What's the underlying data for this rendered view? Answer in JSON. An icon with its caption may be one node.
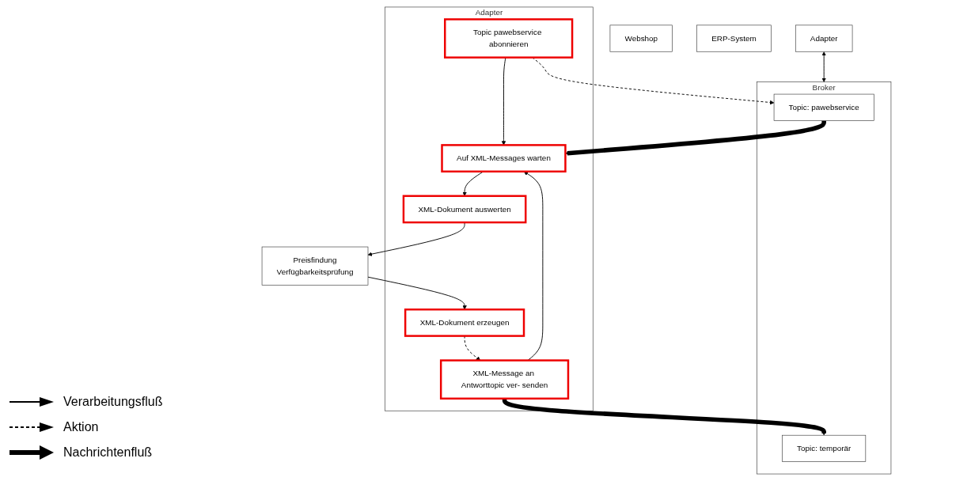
{
  "diagram": {
    "nodes": [
      {
        "text": [
          "Webshop"
        ]
      },
      {
        "text": [
          "Adapter"
        ]
      },
      {
        "text": [
          "Broker"
        ]
      },
      {
        "text": [
          "Topic: pawebservice"
        ],
        "in": 2
      },
      {
        "text": [
          "Topic: temporär"
        ],
        "in": 2
      },
      {
        "text": [
          "Adapter"
        ]
      },
      {
        "text": [
          "Topic pawebservice abonnieren"
        ],
        "in": 5
      },
      {
        "text": [
          "Auf XML-Messages warten"
        ],
        "in": 5
      },
      {
        "text": [
          "XML-Dokument auswerten"
        ],
        "in": 5
      },
      {
        "text": [
          "Preisfindung",
          "Verfügbarkeitsprüfung"
        ]
      },
      {
        "text": [
          "XML-Dokument erzeugen"
        ],
        "in": 5
      },
      {
        "text": [
          "XML-Message an Antworttopic ver- senden"
        ],
        "in": 5
      },
      {
        "text": [
          "ERP-System"
        ]
      }
    ],
    "edges": [
      {
        "from": 1,
        "to": 2,
        "arrow": "both"
      },
      {
        "from": 6,
        "to": 3,
        "arrow": "to",
        "style": "dashed"
      },
      {
        "from": 3,
        "to": 7,
        "arrow": "to",
        "style": "thick"
      },
      {
        "from": 6,
        "to": 7,
        "arrow": "to"
      },
      {
        "from": 7,
        "to": 8,
        "arrow": "to"
      },
      {
        "from": 8,
        "to": 9,
        "arrow": "to"
      },
      {
        "from": 9,
        "to": 10,
        "arrow": "to"
      },
      {
        "from": 10,
        "to": 11,
        "arrow": "to",
        "style": "dashed"
      },
      {
        "from": 11,
        "to": 7,
        "arrow": "to"
      },
      {
        "from": 11,
        "to": 4,
        "arrow": "to",
        "style": "thick"
      }
    ],
    "legend": [
      {
        "text": "Verarbeitungsfluß"
      },
      {
        "text": "Aktion"
      },
      {
        "text": "Nachrichtenfluß"
      }
    ]
  }
}
